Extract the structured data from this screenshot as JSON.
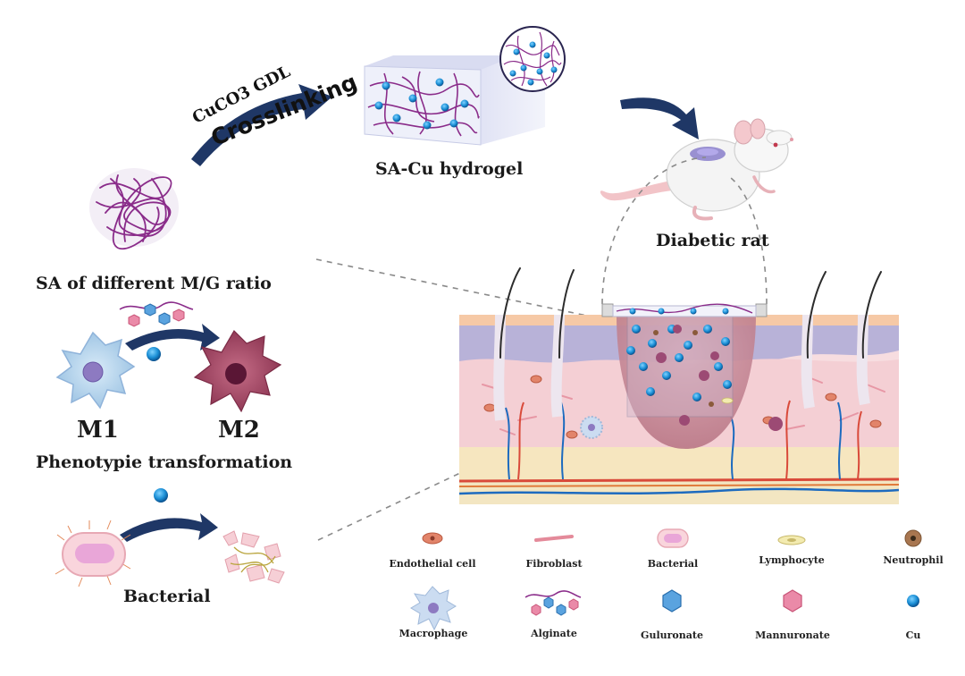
{
  "process": {
    "reagents": "CuCO3 GDL",
    "crosslinking": "Crosslinking",
    "hydrogel": "SA-Cu hydrogel",
    "rat": "Diabetic rat"
  },
  "sa_label": "SA of different M/G ratio",
  "macrophage": {
    "m1": "M1",
    "m2": "M2",
    "transformation": "Phenotypie transformation"
  },
  "bacterial_label": "Bacterial",
  "legend": [
    {
      "label": "Endothelial cell",
      "icon": "endothelial-cell-icon"
    },
    {
      "label": "Fibroblast",
      "icon": "fibroblast-icon"
    },
    {
      "label": "Bacterial",
      "icon": "bacterial-icon"
    },
    {
      "label": "Lymphocyte",
      "icon": "lymphocyte-icon"
    },
    {
      "label": "Neutrophil",
      "icon": "neutrophil-icon"
    },
    {
      "label": "Macrophage",
      "icon": "macrophage-icon"
    },
    {
      "label": "Alginate",
      "icon": "alginate-icon"
    },
    {
      "label": "Guluronate",
      "icon": "guluronate-icon"
    },
    {
      "label": "Mannuronate",
      "icon": "mannuronate-icon"
    },
    {
      "label": "Cu",
      "icon": "cu-ion-icon"
    }
  ],
  "colors": {
    "arrow": "#1f3766",
    "alginate": "#8a2c8a",
    "cu": "#1b8fd6",
    "m2": "#a4435e",
    "m1": "#b9d6ee",
    "dermis": "#f6d6da",
    "epidermis": "#b8b2d8",
    "wound": "#c98a98",
    "fat": "#f6e6bf"
  }
}
